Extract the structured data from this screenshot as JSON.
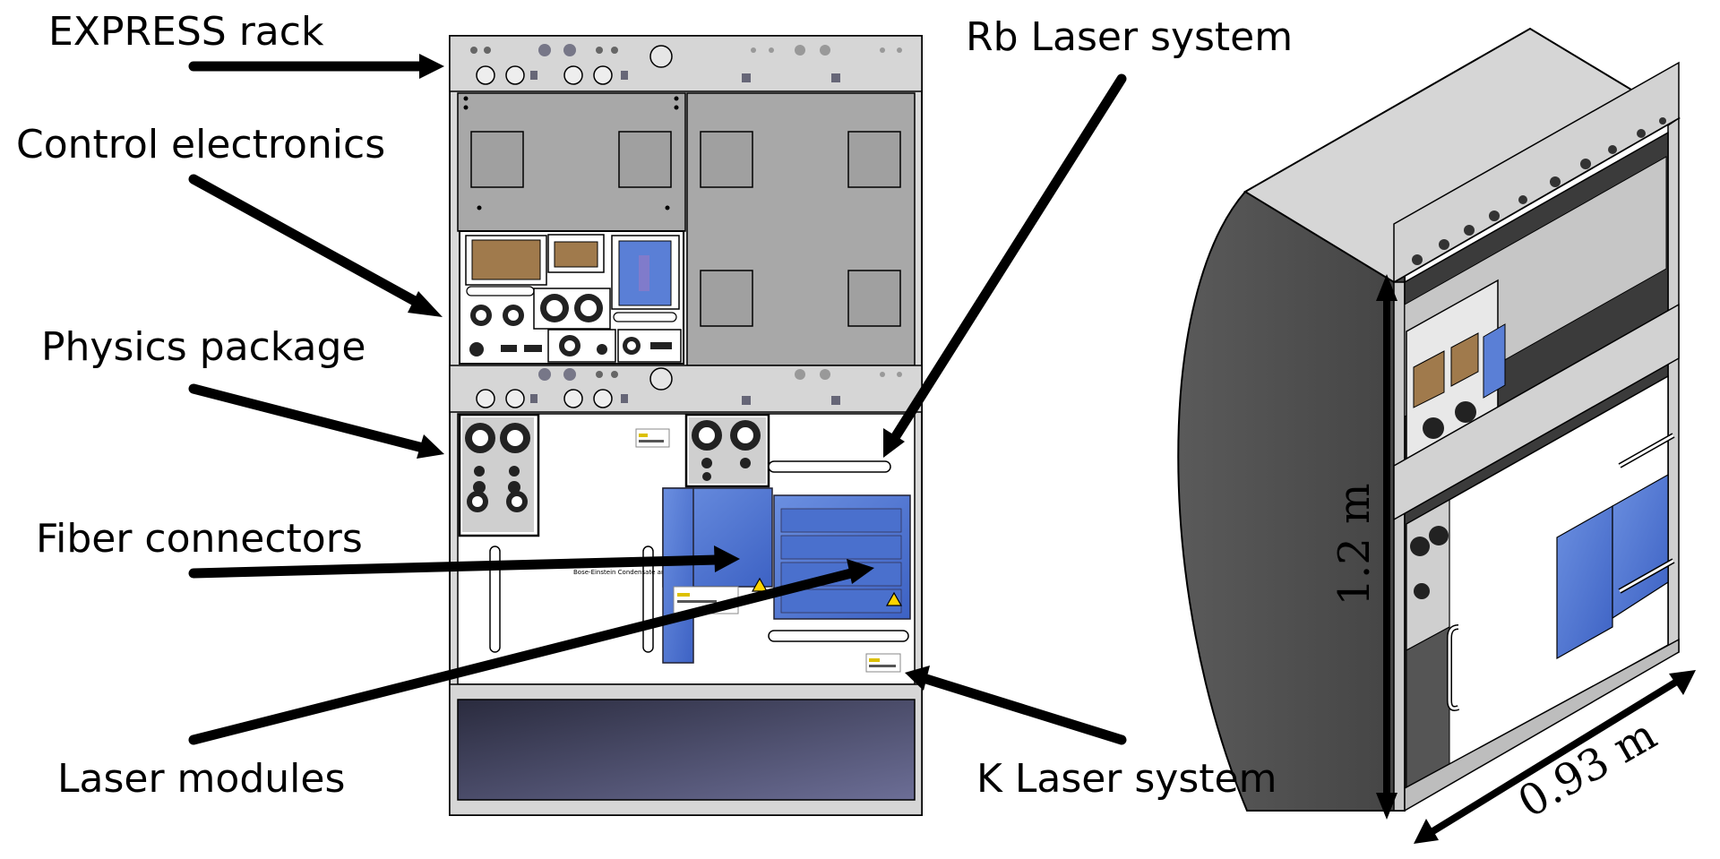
{
  "labels": {
    "express_rack": "EXPRESS rack",
    "control_electronics": "Control electronics",
    "physics_package": "Physics package",
    "fiber_connectors": "Fiber connectors",
    "laser_modules": "Laser modules",
    "rb_laser_system": "Rb Laser system",
    "k_laser_system": "K Laser system"
  },
  "dimensions": {
    "height": "1.2 m",
    "depth": "0.93 m"
  },
  "panel_text": {
    "center_label": "Bose-Einstein Condensate and Cold Atom Lab"
  },
  "colors": {
    "rack_frame": "#d6d6d6",
    "plate_gray": "#a8a8a8",
    "blue_module": "#5a7fd6",
    "brown_panel": "#a07a4c",
    "bottom_panel": "#3a3c58",
    "rack_side": "#555555"
  }
}
